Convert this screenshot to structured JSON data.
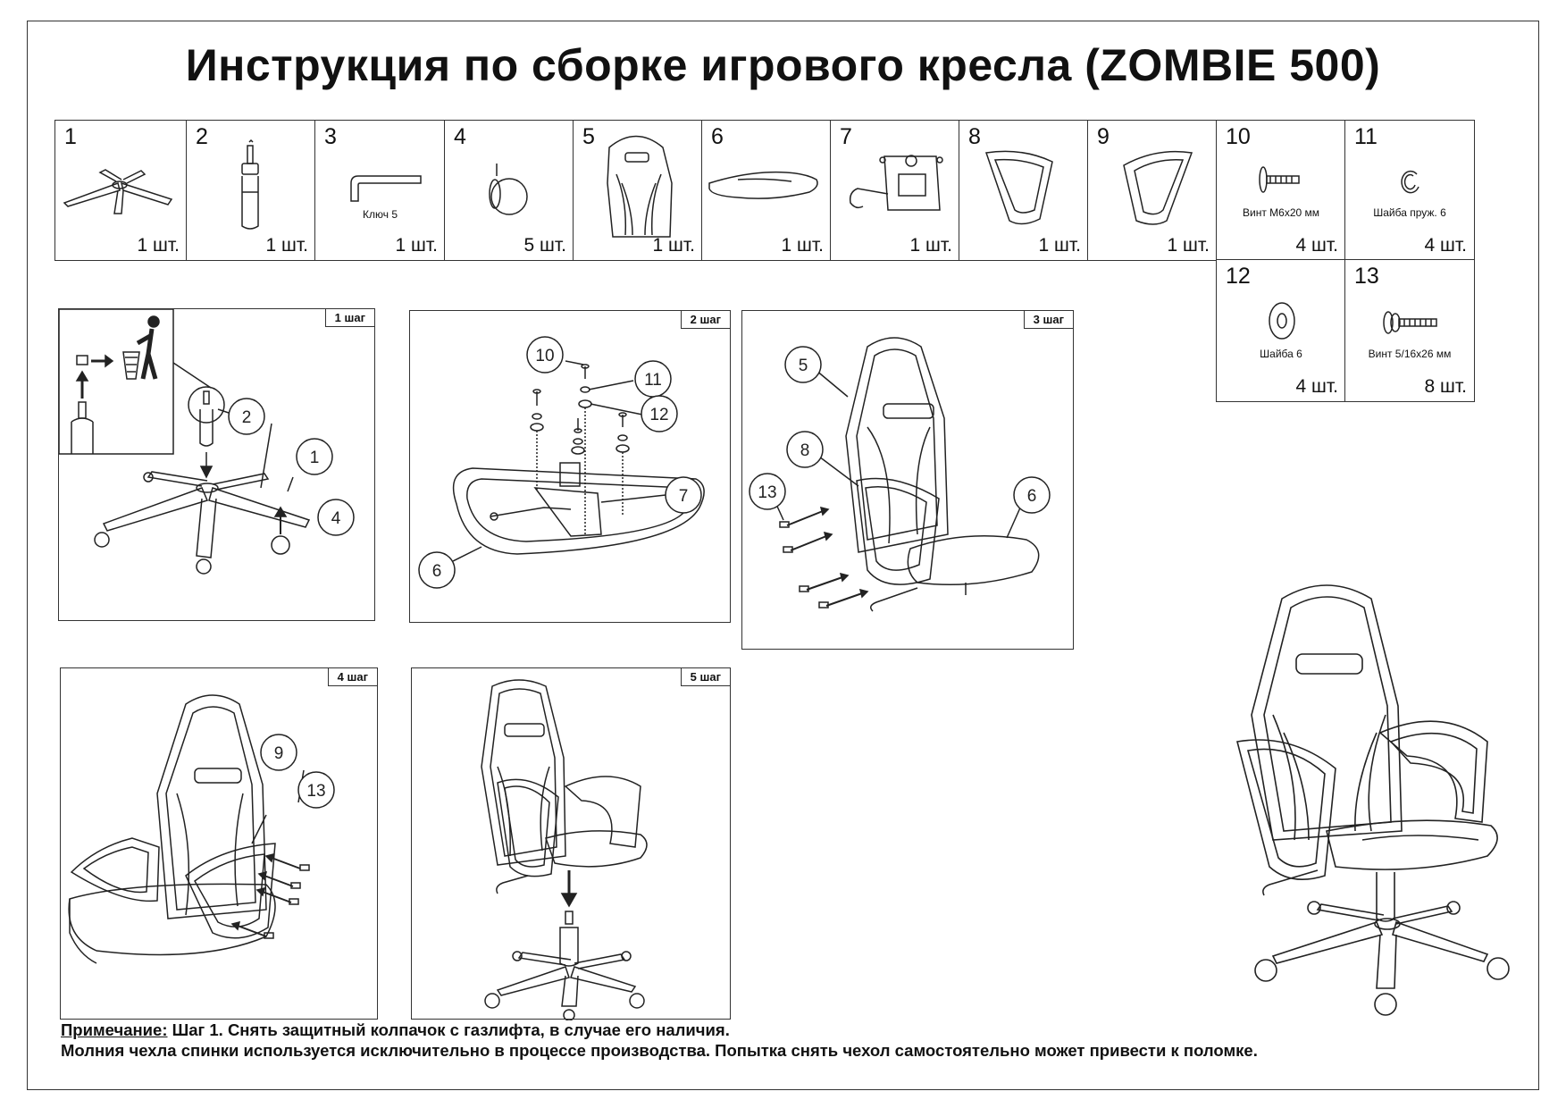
{
  "title": "Инструкция по сборке игрового кресла (ZOMBIE 500)",
  "parts": [
    {
      "num": "1",
      "qty": "1 шт.",
      "caption": "",
      "icon": "chair-base-icon"
    },
    {
      "num": "2",
      "qty": "1 шт.",
      "caption": "",
      "icon": "gas-lift-icon"
    },
    {
      "num": "3",
      "qty": "1 шт.",
      "caption": "Ключ 5",
      "icon": "hex-key-icon"
    },
    {
      "num": "4",
      "qty": "5 шт.",
      "caption": "",
      "icon": "caster-icon"
    },
    {
      "num": "5",
      "qty": "1 шт.",
      "caption": "",
      "icon": "backrest-icon"
    },
    {
      "num": "6",
      "qty": "1 шт.",
      "caption": "",
      "icon": "seat-icon"
    },
    {
      "num": "7",
      "qty": "1 шт.",
      "caption": "",
      "icon": "mechanism-icon"
    },
    {
      "num": "8",
      "qty": "1 шт.",
      "caption": "",
      "icon": "armrest-left-icon"
    },
    {
      "num": "9",
      "qty": "1 шт.",
      "caption": "",
      "icon": "armrest-right-icon"
    },
    {
      "num": "10",
      "qty": "4 шт.",
      "caption": "Винт М6х20 мм",
      "icon": "screw-icon"
    },
    {
      "num": "11",
      "qty": "4 шт.",
      "caption": "Шайба пруж. 6",
      "icon": "spring-washer-icon"
    },
    {
      "num": "12",
      "qty": "4 шт.",
      "caption": "Шайба 6",
      "icon": "washer-icon"
    },
    {
      "num": "13",
      "qty": "8 шт.",
      "caption": "Винт 5/16х26 мм",
      "icon": "bolt-icon"
    }
  ],
  "steps": [
    {
      "label": "1 шаг",
      "callouts": [
        "2",
        "1",
        "4"
      ]
    },
    {
      "label": "2 шаг",
      "callouts": [
        "10",
        "11",
        "12",
        "7",
        "6"
      ]
    },
    {
      "label": "3 шаг",
      "callouts": [
        "5",
        "8",
        "13",
        "6"
      ]
    },
    {
      "label": "4 шаг",
      "callouts": [
        "9",
        "13"
      ]
    },
    {
      "label": "5 шаг",
      "callouts": []
    }
  ],
  "note": {
    "prefix": "Примечание:",
    "line1": " Шаг 1. Снять защитный колпачок с газлифта, в случае его наличия.",
    "line2": "Молния чехла спинки используется исключительно в процессе производства. Попытка снять чехол самостоятельно может привести к поломке."
  }
}
